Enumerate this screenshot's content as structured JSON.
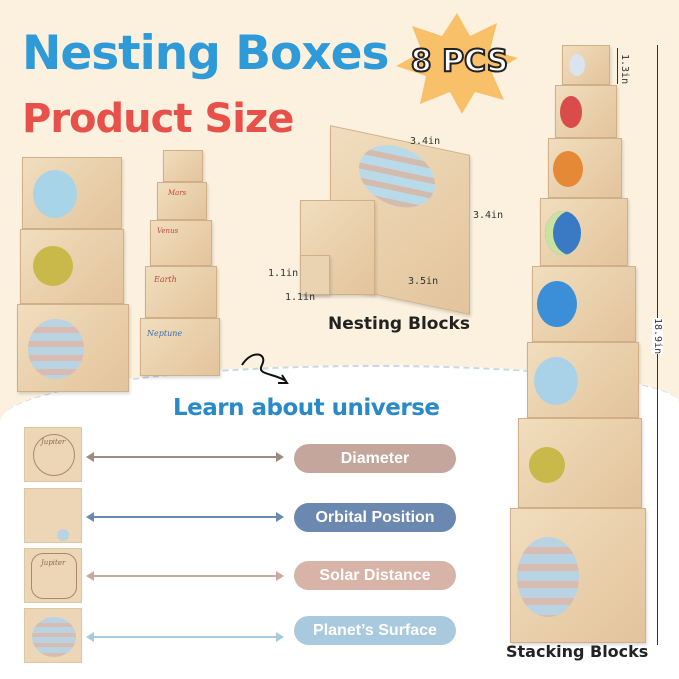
{
  "header": {
    "title": "Nesting Boxes",
    "subtitle": "Product Size",
    "badge": "8 PCS"
  },
  "dimensions": {
    "top_width": "3.4in",
    "height": "3.4in",
    "depth": "3.5in",
    "small_height": "1.1in",
    "small_width": "1.1in",
    "small_cube": "1.3in",
    "tower_height": "18.9in"
  },
  "captions": {
    "nesting": "Nesting Blocks",
    "stacking": "Stacking Blocks"
  },
  "planet_labels": {
    "mars": "Mars",
    "venus": "Venus",
    "earth": "Earth",
    "neptune": "Neptune",
    "jupiter": "Jupiter"
  },
  "learn": {
    "heading": "Learn about universe",
    "features": [
      {
        "label": "Diameter",
        "color": "#c4a69d"
      },
      {
        "label": "Orbital Position",
        "color": "#6b88b0"
      },
      {
        "label": "Solar Distance",
        "color": "#d8b3a8"
      },
      {
        "label": "Planet’s Surface",
        "color": "#a9c9de"
      }
    ]
  },
  "colors": {
    "background": "#fbf1de",
    "title": "#2f9ad8",
    "subtitle": "#e8504a",
    "badge": "#f9c06a"
  }
}
